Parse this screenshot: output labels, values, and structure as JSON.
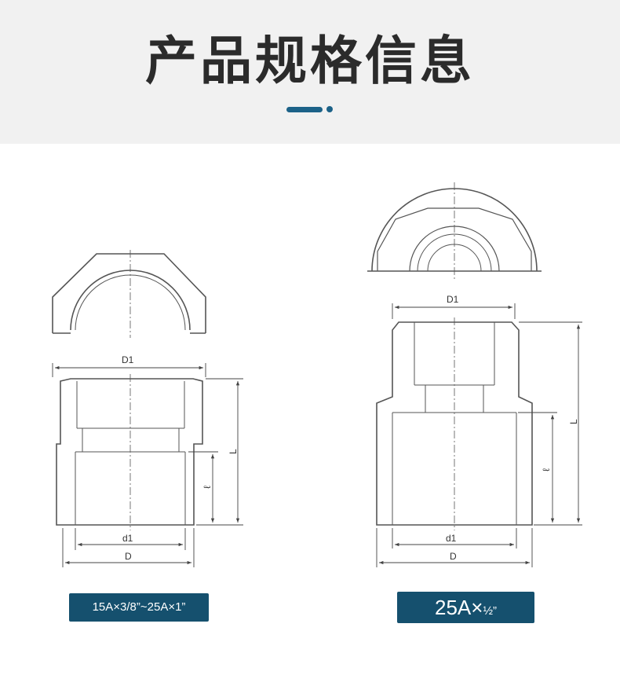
{
  "header": {
    "title": "产品规格信息"
  },
  "colors": {
    "header_bg": "#f1f1f1",
    "accent": "#1c6288",
    "badge_bg": "#15506e",
    "outline": "#555555"
  },
  "left_part": {
    "labels": {
      "top_dim": "D1",
      "length": "L",
      "socket": "ℓ",
      "inner": "d1",
      "outer": "D"
    },
    "spec": "15A×3/8”~25A×1”"
  },
  "right_part": {
    "labels": {
      "top_dim": "D1",
      "length": "L",
      "socket": "ℓ",
      "inner": "d1",
      "outer": "D"
    },
    "spec_main": "25A×",
    "spec_fraction": "½”"
  }
}
